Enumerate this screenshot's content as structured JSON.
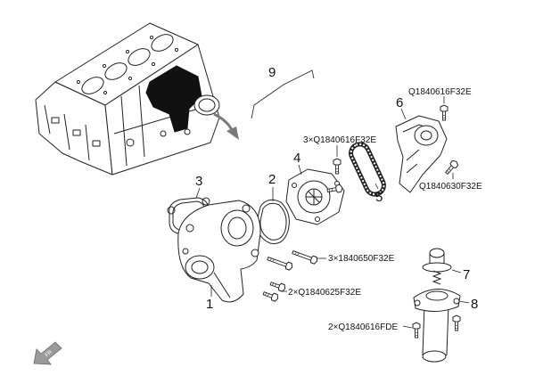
{
  "callouts": {
    "housing": "1",
    "gasket_ring": "2",
    "gasket_small": "3",
    "water_pump": "4",
    "belt": "5",
    "cover": "6",
    "thermostat": "7",
    "thermostat_housing": "8",
    "assembly": "9"
  },
  "fasteners": {
    "cover_top": "Q1840616F32E",
    "cover_side": "Q1840630F32E",
    "pump_bolts": "3×Q1840616F32E",
    "long_bolts": "3×1840650F32E",
    "short_bolts": "2×Q1840625F32E",
    "housing_bolts": "2×Q1840616FDE"
  },
  "direction_marker": "FR",
  "colors": {
    "line": "#222222",
    "fill": "#ffffff",
    "solid_part": "#111111",
    "arrow": "#7a7a7a"
  }
}
